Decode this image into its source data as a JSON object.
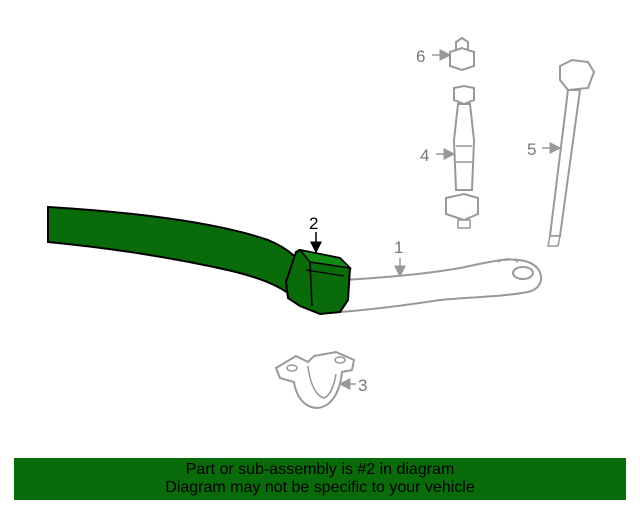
{
  "callouts": {
    "c1": "1",
    "c2": "2",
    "c3": "3",
    "c4": "4",
    "c5": "5",
    "c6": "6"
  },
  "banner": {
    "line1": "Part or sub-assembly is #2 in diagram",
    "line2": "Diagram may not be specific to your vehicle"
  },
  "colors": {
    "highlight": "#0a6b0a",
    "line_art": "#999999",
    "label_muted": "#777777"
  }
}
